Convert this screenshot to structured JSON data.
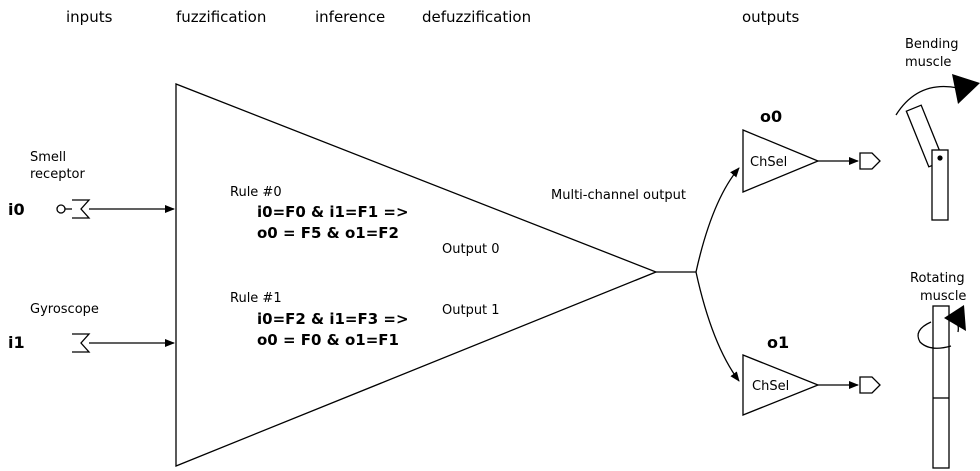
{
  "headers": {
    "inputs": "inputs",
    "fuzzification": "fuzzification",
    "inference": "inference",
    "defuzzification": "defuzzification",
    "outputs": "outputs"
  },
  "inputs": [
    {
      "id": "i0",
      "sensor": [
        "Smell",
        "receptor"
      ]
    },
    {
      "id": "i1",
      "sensor": [
        "Gyroscope"
      ]
    }
  ],
  "rules": [
    {
      "label": "Rule #0",
      "condition": "i0=F0 & i1=F1 =>",
      "consequence": "o0 = F5 & o1=F2",
      "output_label": "Output 0"
    },
    {
      "label": "Rule #1",
      "condition": "i0=F2 & i1=F3 =>",
      "consequence": "o0 = F0 & o1=F1",
      "output_label": "Output 1"
    }
  ],
  "multi_channel_label": "Multi-channel output",
  "outputs": [
    {
      "id": "o0",
      "block": "ChSel",
      "muscle": [
        "Bending",
        "muscle"
      ]
    },
    {
      "id": "o1",
      "block": "ChSel",
      "muscle": [
        "Rotating",
        "muscle"
      ]
    }
  ]
}
